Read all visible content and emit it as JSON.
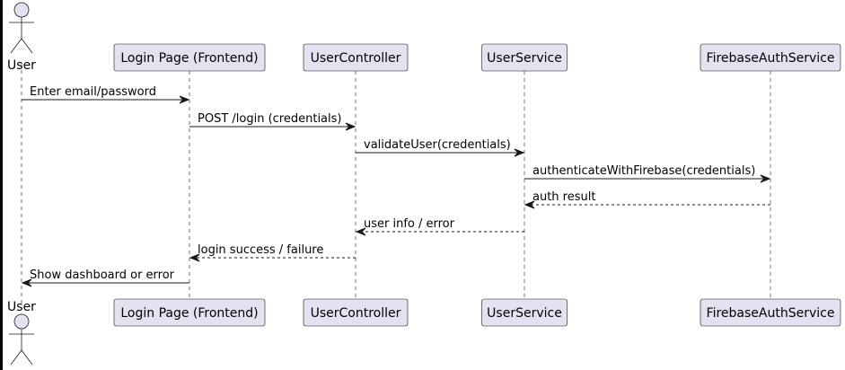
{
  "diagram": {
    "type": "sequence",
    "colors": {
      "participant_fill": "#E2E2F0",
      "line": "#181818"
    },
    "actor": {
      "label": "User",
      "icon": "stick-figure-icon"
    },
    "participants": [
      {
        "label": "Login Page (Frontend)"
      },
      {
        "label": "UserController"
      },
      {
        "label": "UserService"
      },
      {
        "label": "FirebaseAuthService"
      }
    ],
    "messages": [
      {
        "from": 0,
        "to": 1,
        "label": "Enter email/password",
        "style": "solid"
      },
      {
        "from": 1,
        "to": 2,
        "label": "POST /login (credentials)",
        "style": "solid"
      },
      {
        "from": 2,
        "to": 3,
        "label": "validateUser(credentials)",
        "style": "solid"
      },
      {
        "from": 3,
        "to": 4,
        "label": "authenticateWithFirebase(credentials)",
        "style": "solid"
      },
      {
        "from": 4,
        "to": 3,
        "label": "auth result",
        "style": "dashed"
      },
      {
        "from": 3,
        "to": 2,
        "label": "user info / error",
        "style": "dashed"
      },
      {
        "from": 2,
        "to": 1,
        "label": "login success / failure",
        "style": "dashed"
      },
      {
        "from": 1,
        "to": 0,
        "label": "Show dashboard or error",
        "style": "solid"
      }
    ]
  }
}
